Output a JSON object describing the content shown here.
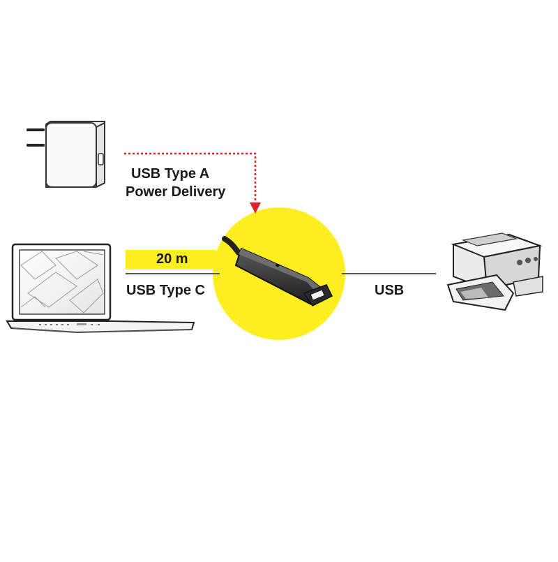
{
  "labels": {
    "power_line1": "USB Type A",
    "power_line2": "Power Delivery",
    "cable_length": "20 m",
    "left_connector": "USB Type C",
    "right_connector": "USB"
  },
  "icons": {
    "charger": "wall-charger-icon",
    "laptop": "laptop-icon",
    "adapter": "usb-extender-icon",
    "printer": "printer-icon"
  },
  "colors": {
    "highlight": "#fcee21",
    "power_line": "#d7262d",
    "cable": "#555555"
  }
}
